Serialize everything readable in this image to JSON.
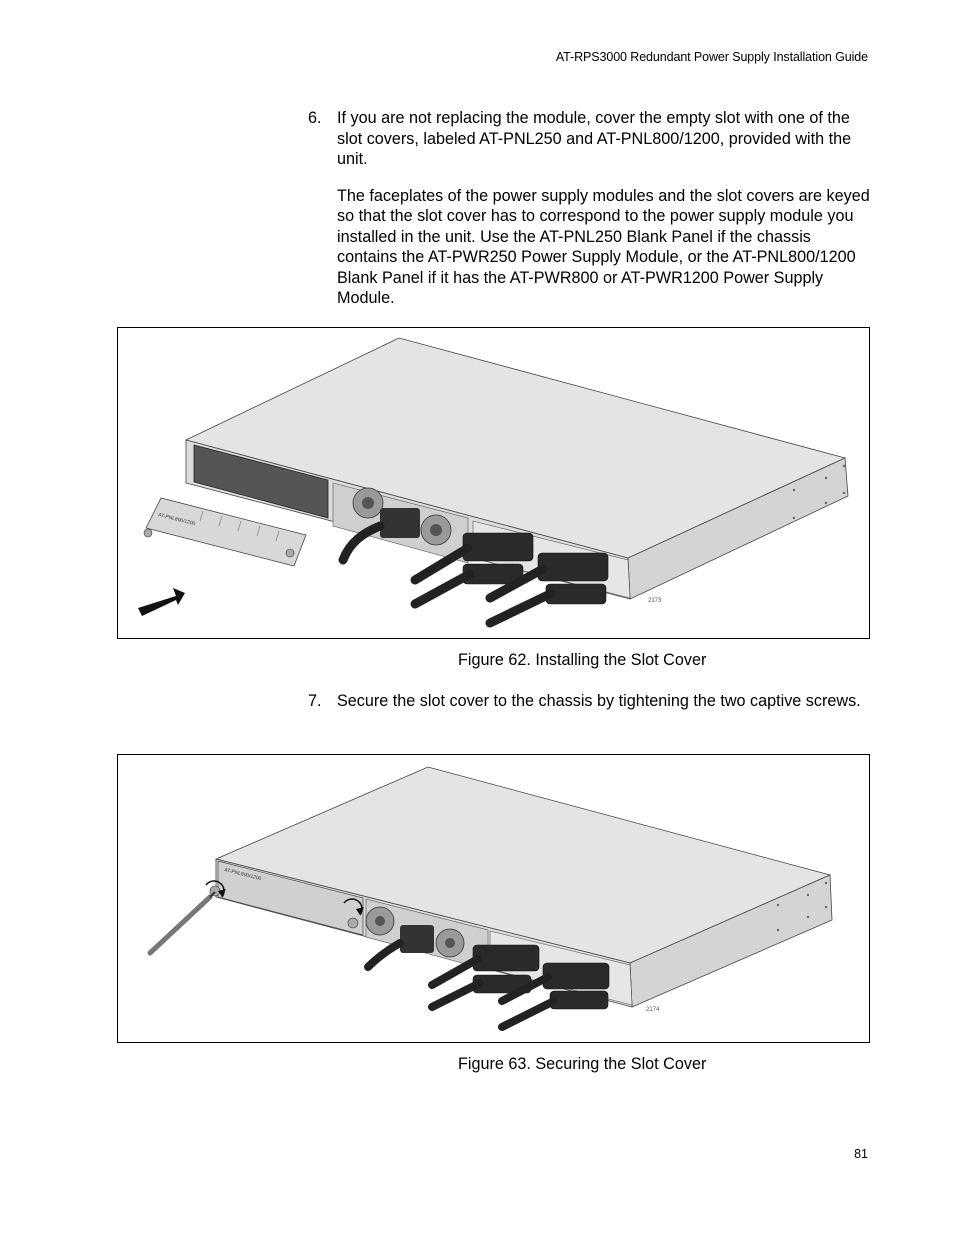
{
  "header": {
    "title": "AT-RPS3000 Redundant Power Supply Installation Guide"
  },
  "steps": [
    {
      "number": "6.",
      "paragraphs": [
        "If you are not replacing the module, cover the empty slot with one of the slot covers, labeled AT-PNL250 and AT-PNL800/1200, provided with the unit.",
        "The faceplates of the power supply modules and the slot covers are keyed so that the slot cover has to correspond to the power supply module you installed in the unit. Use the AT-PNL250 Blank Panel if the chassis contains the AT-PWR250 Power Supply Module, or the AT-PNL800/1200 Blank Panel if it has the AT-PWR800 or AT-PWR1200 Power Supply Module."
      ]
    },
    {
      "number": "7.",
      "paragraphs": [
        "Secure the slot cover to the chassis by tightening the two captive screws."
      ]
    }
  ],
  "figures": [
    {
      "caption": "Figure 62. Installing the Slot Cover",
      "id": "2173",
      "panel_label": "AT-PNL800/1200"
    },
    {
      "caption": "Figure 63. Securing the Slot Cover",
      "id": "2174",
      "panel_label": "AT-PNL800/1200"
    }
  ],
  "page": {
    "number": "81"
  }
}
